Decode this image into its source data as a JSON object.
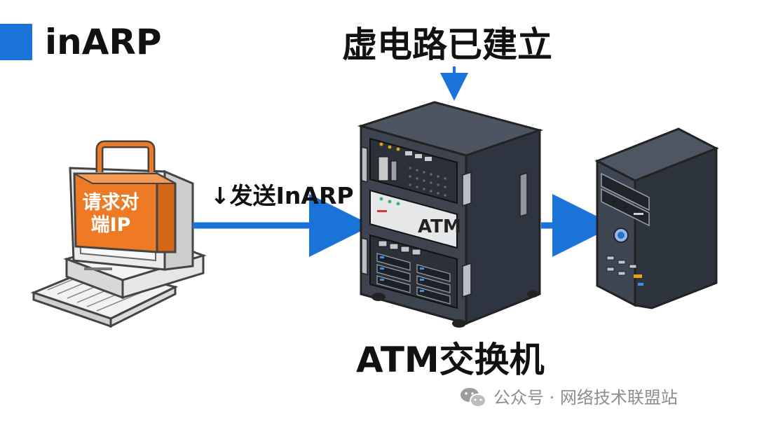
{
  "title": "inARP",
  "labels": {
    "virtual_circuit": "虚电路已建立",
    "send": "↓发送InARP",
    "switch": "ATM交换机"
  },
  "bag": {
    "line1": "请求对",
    "line2": "端IP"
  },
  "rack_badge": "ATM",
  "watermark": "公众号 · 网络技术联盟站",
  "colors": {
    "accent_blue": "#1a73d9",
    "bag_orange": "#ee7a25",
    "rack_dark": "#3a414c",
    "server_dark": "#3b4350"
  }
}
